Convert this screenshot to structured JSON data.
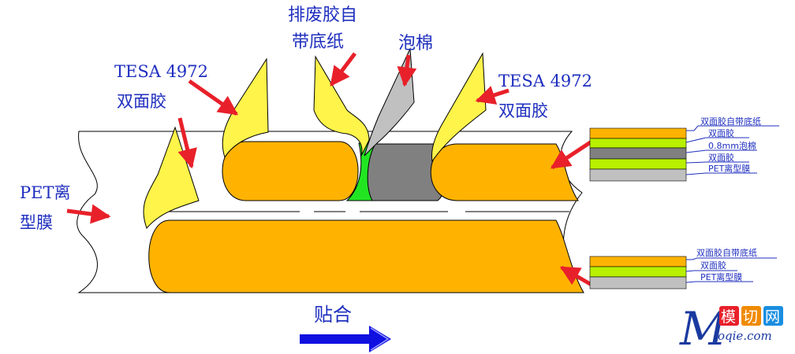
{
  "colors": {
    "orange": "#FFB300",
    "yellow": "#FFF44A",
    "green": "#22E522",
    "dark_gray": "#808080",
    "light_gray": "#C0C0C0",
    "lime": "#B8F000",
    "label_blue": "#1F2FBF",
    "arrow_red": "#E8202A",
    "flow_blue": "#1010E0"
  },
  "labels": {
    "tesa_left_line1": "TESA 4972",
    "tesa_left_line2": "双面胶",
    "waste_line1": "排废胶自",
    "waste_line2": "带底纸",
    "foam": "泡棉",
    "tesa_right_line1": "TESA 4972",
    "tesa_right_line2": "双面胶",
    "pet_line1": "PET离",
    "pet_line2": "型膜",
    "laminate": "贴合"
  },
  "stack_top": {
    "layers": [
      "双面胶自带底纸",
      "双面胶",
      "0.8mm泡棉",
      "双面胶",
      "PET离型膜"
    ]
  },
  "stack_bottom": {
    "layers": [
      "双面胶自带底纸",
      "双面胶",
      "PET离型膜"
    ]
  },
  "logo": {
    "mark": "M",
    "chars": [
      "模",
      "切",
      "网"
    ],
    "domain": "oqie.com"
  }
}
